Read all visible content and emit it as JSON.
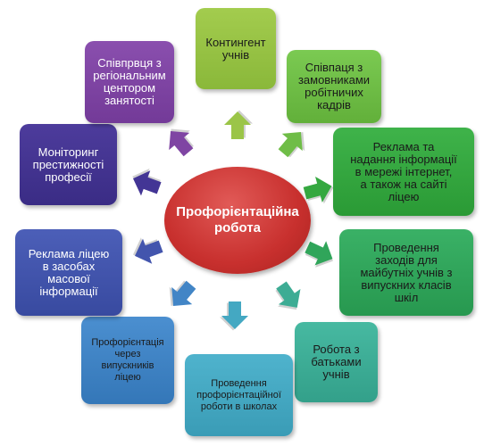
{
  "center": {
    "lines": [
      "Профорієнтаційна",
      "робота"
    ]
  },
  "colors": {
    "center": "#c8302e",
    "arrows": [
      "#9bc548",
      "#6fbd47",
      "#35a840",
      "#30a55a",
      "#3dac94",
      "#44a8c2",
      "#4285c6",
      "#4355ad",
      "#433595",
      "#7f45a3"
    ]
  },
  "nodes": [
    {
      "lines": [
        "Контингент",
        "учнів"
      ]
    },
    {
      "lines": [
        "Співпаця з",
        "замовниками",
        "робітничих",
        "кадрів"
      ]
    },
    {
      "lines": [
        "Реклама та",
        "надання інформації",
        "в мережі інтернет,",
        "а також на сайті",
        "ліцею"
      ]
    },
    {
      "lines": [
        "Проведення",
        "заходів для",
        "майбутніх учнів з",
        "випускних класів",
        "шкіл"
      ]
    },
    {
      "lines": [
        "Робота з",
        "батьками",
        "учнів"
      ]
    },
    {
      "lines": [
        "Проведення",
        "профорієнтаційної",
        "роботи в школах"
      ]
    },
    {
      "lines": [
        "Профорієнтація",
        "через",
        "випускників",
        "ліцею"
      ]
    },
    {
      "lines": [
        "Реклама ліцею",
        "в засобах",
        "масової",
        "інформації"
      ]
    },
    {
      "lines": [
        "Моніторинг",
        "престижності",
        "професії"
      ]
    },
    {
      "lines": [
        "Співпрвця з",
        "регіональним",
        "центором",
        "занятості"
      ]
    }
  ]
}
